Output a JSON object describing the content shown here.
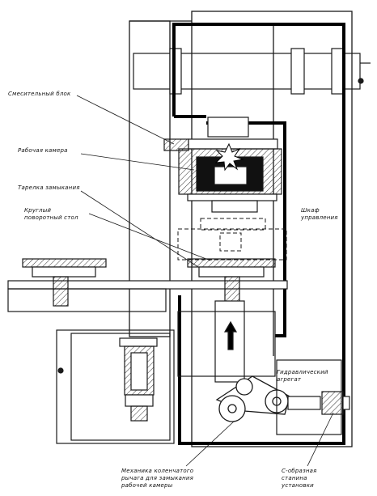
{
  "labels": {
    "mixing_block": "Смесительный блок",
    "working_chamber": "Рабочая камера",
    "closing_plate": "Тарелка замыкания",
    "rotary_table": "Круглый поворотный стол",
    "control_cabinet": "Шкаф управления",
    "hydraulic_unit": "Гидравлический агрегат",
    "knee_lever_mechanism": "Механика коленчатого рычага для замыкания рабочей камеры",
    "c_frame": "С-образная станина установки"
  },
  "colors": {
    "line": "#1a1a1a",
    "hatch": "#333333",
    "paper": "#ffffff"
  }
}
